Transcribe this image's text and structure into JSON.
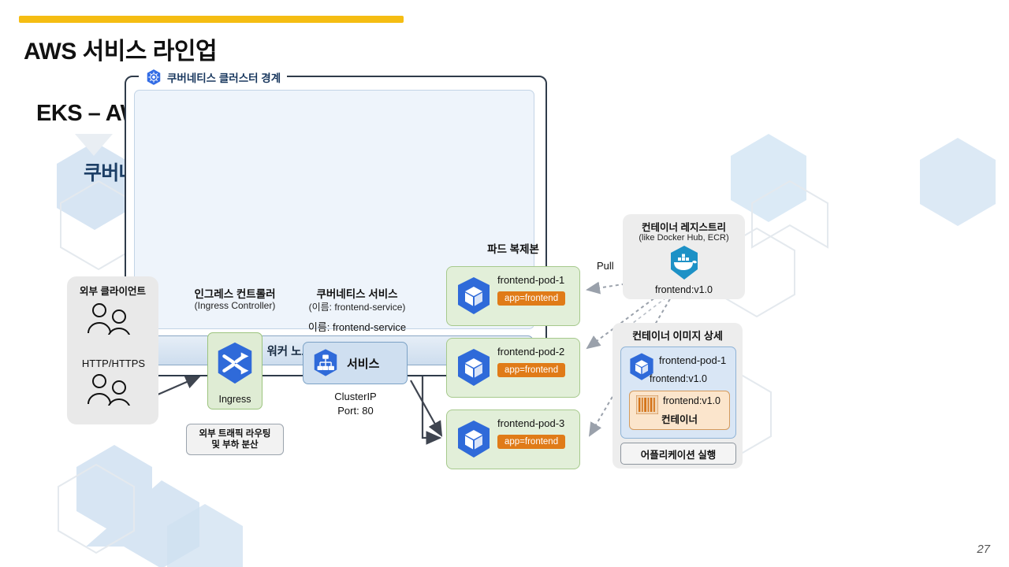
{
  "slide": {
    "title": "AWS 서비스 라인업",
    "subtitle": "EKS – AWS 쿠버네티스 서비스",
    "page_number": "27",
    "accent_color": "#f5bd13",
    "title_color": "#111111"
  },
  "diagram": {
    "title": "쿠버네티스 - 쿠버네티스 컨테이너 서비스 구조",
    "title_color": "#1d3f66",
    "cluster": {
      "legend": "쿠버네티스 클러스터 경계",
      "legend_icon": "kubernetes-helm-icon",
      "worker_nodes_label": "워커 노드 (Worker Nodes)"
    },
    "clients": {
      "caption": "외부 클라이언트",
      "protocol_label": "HTTP/HTTPS",
      "user_icon": "users-icon"
    },
    "ingress": {
      "title": "인그레스 컨트롤러",
      "subtitle": "(Ingress Controller)",
      "box_label": "Ingress",
      "icon": "shuffle-arrows-icon",
      "note_line1": "외부 트래픽 라우팅",
      "note_line2": "및 부하 분산",
      "box_fill": "#dfecd4"
    },
    "service": {
      "title": "쿠버네티스 서비스",
      "subtitle": "(이름: frontend-service)",
      "name_line": "이름: frontend-service",
      "box_label": "서비스",
      "icon": "service-tree-icon",
      "foot_line1": "ClusterIP",
      "foot_line2": "Port: 80",
      "box_fill": "#cfdff0"
    },
    "pods": {
      "caption": "파드 복제본",
      "tag_color": "#e07b18",
      "box_fill": "#e2efd9",
      "items": [
        {
          "name": "frontend-pod-1",
          "label": "app=frontend",
          "icon": "pod-cube-icon"
        },
        {
          "name": "frontend-pod-2",
          "label": "app=frontend",
          "icon": "pod-cube-icon"
        },
        {
          "name": "frontend-pod-3",
          "label": "app=frontend",
          "icon": "pod-cube-icon"
        }
      ]
    },
    "registry": {
      "title": "컨테이너 레지스트리",
      "subtitle": "(like Docker Hub, ECR)",
      "image_tag": "frontend:v1.0",
      "icon": "docker-whale-icon",
      "pull_label": "Pull"
    },
    "image_detail": {
      "header": "컨테이너 이미지 상세",
      "pod_name": "frontend-pod-1",
      "pod_icon": "pod-cube-icon",
      "image_version": "frontend:v1.0",
      "container_image": "frontend:v1.0",
      "container_label": "컨테이너",
      "container_icon": "barcode-icon",
      "app_run_label": "어플리케이션 실행"
    }
  }
}
